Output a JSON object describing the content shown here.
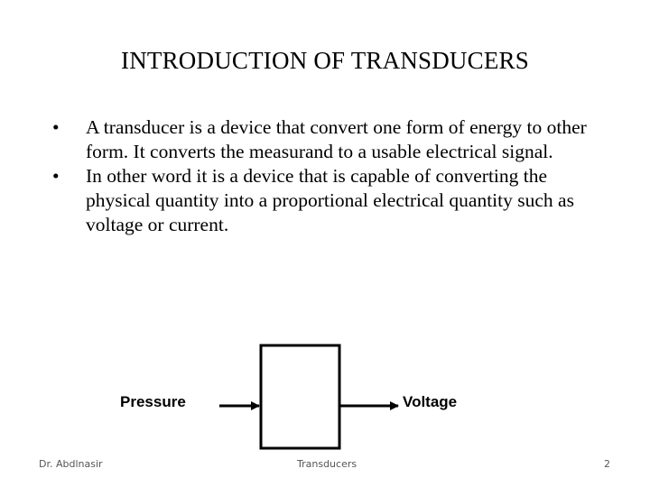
{
  "slide": {
    "title": "INTRODUCTION OF TRANSDUCERS",
    "bullets": [
      {
        "marker": "•",
        "text": "A transducer is a device that convert one form of energy to other form. It converts the measurand to a usable electrical signal."
      },
      {
        "marker": "•",
        "text": "In other word it is a device that is capable of converting the physical quantity into a proportional electrical quantity such as voltage or current."
      }
    ]
  },
  "diagram": {
    "input_label": "Pressure",
    "output_label": "Voltage"
  },
  "footer": {
    "author": "Dr. Abdlnasir",
    "topic": "Transducers",
    "page_number": "2"
  }
}
